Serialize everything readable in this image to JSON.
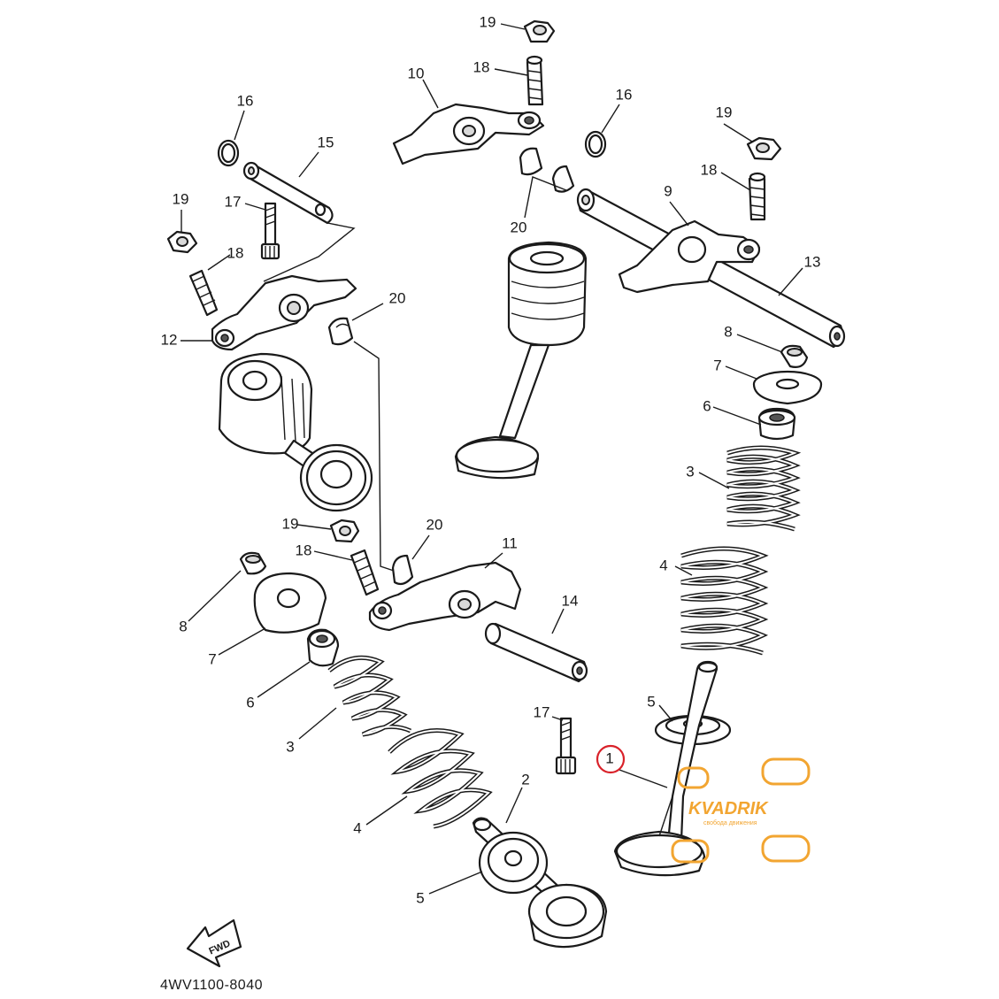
{
  "callouts": {
    "c19a": "19",
    "c18a": "18",
    "c10": "10",
    "c16a": "16",
    "c15": "15",
    "c19b": "19",
    "c17a": "17",
    "c18b": "18",
    "c12": "12",
    "c20a": "20",
    "c20b": "20",
    "c16b": "16",
    "c9": "9",
    "c19c": "19",
    "c18c": "18",
    "c13": "13",
    "c8a": "8",
    "c7a": "7",
    "c6a": "6",
    "c3a": "3",
    "c4a": "4",
    "c5a": "5",
    "c1": "1",
    "c19d": "19",
    "c18d": "18",
    "c20c": "20",
    "c11": "11",
    "c14": "14",
    "c8b": "8",
    "c7b": "7",
    "c6b": "6",
    "c3b": "3",
    "c4b": "4",
    "c17b": "17",
    "c2": "2",
    "c5b": "5"
  },
  "fwd_label": "FWD",
  "part_code": "4WV1100-8040",
  "highlight_color": "#d9222a",
  "watermark": {
    "brand": "KVADRIK",
    "tagline": "свобода движения",
    "color": "#f2a531"
  }
}
